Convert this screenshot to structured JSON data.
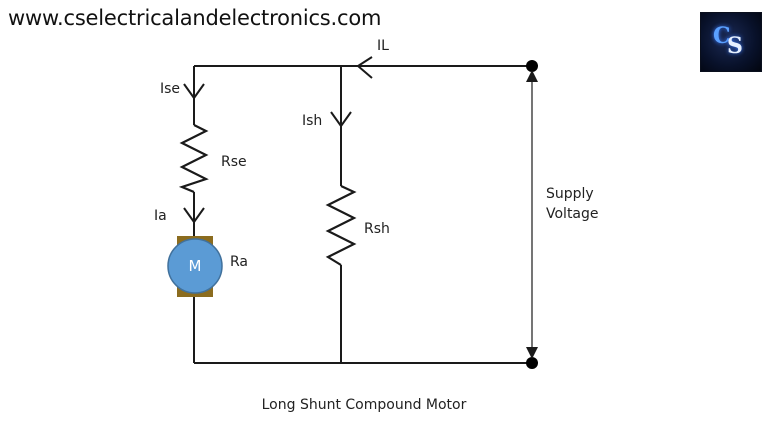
{
  "header": {
    "site_url": "www.cselectricalandelectronics.com"
  },
  "logo": {
    "letter_1": "C",
    "letter_2": "S"
  },
  "labels": {
    "line_current": "IL",
    "series_current": "Ise",
    "series_resistance": "Rse",
    "armature_current": "Ia",
    "motor": "M",
    "armature_resistance": "Ra",
    "shunt_current": "Ish",
    "shunt_resistance": "Rsh",
    "supply_line1": "Supply",
    "supply_line2": "Voltage"
  },
  "caption": "Long Shunt Compound Motor",
  "colors": {
    "wire": "#1a1a1a",
    "motor_body": "#5b9bd5",
    "motor_body_border": "#41719c",
    "brush": "#8b6c1f",
    "terminal": "#000000"
  },
  "icons": [
    "current-arrow-icon",
    "motor-icon",
    "resistor-icon",
    "terminal-dot-icon",
    "double-arrow-icon"
  ]
}
